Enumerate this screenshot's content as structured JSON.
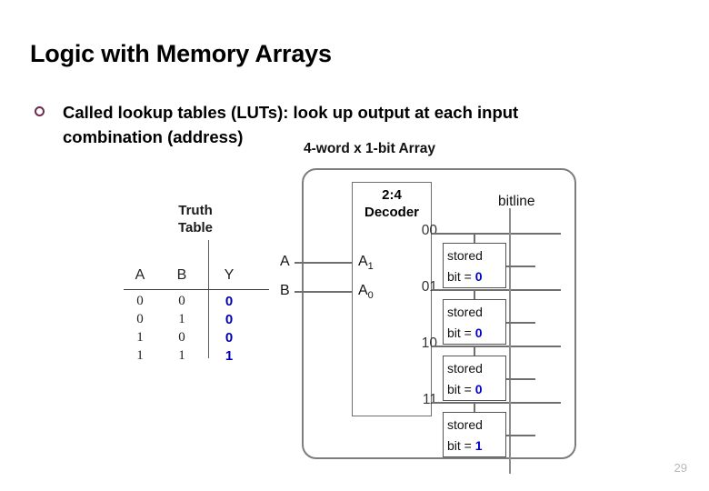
{
  "slide": {
    "title": "Logic with Memory Arrays",
    "page_number": "29",
    "bullet_text": "Called lookup tables (LUTs): look up output at each input combination (address)"
  },
  "truth_table": {
    "title_line1": "Truth",
    "title_line2": "Table",
    "headers": [
      "A",
      "B",
      "Y"
    ],
    "rows": [
      {
        "a": "0",
        "b": "0",
        "y": "0"
      },
      {
        "a": "0",
        "b": "1",
        "y": "0"
      },
      {
        "a": "1",
        "b": "0",
        "y": "0"
      },
      {
        "a": "1",
        "b": "1",
        "y": "1"
      }
    ],
    "output_color": "#0000b4"
  },
  "array_figure": {
    "caption": "4-word x 1-bit Array",
    "decoder": {
      "line1": "2:4",
      "line2": "Decoder",
      "port_a1": "A",
      "port_a1_sub": "1",
      "port_a0": "A",
      "port_a0_sub": "0",
      "word_lines": [
        "00",
        "01",
        "10",
        "11"
      ]
    },
    "inputs": [
      {
        "label": "A"
      },
      {
        "label": "B"
      }
    ],
    "bitline_label": "bitline",
    "cells": [
      {
        "line1": "stored",
        "prefix": "bit = ",
        "value": "0"
      },
      {
        "line1": "stored",
        "prefix": "bit = ",
        "value": "0"
      },
      {
        "line1": "stored",
        "prefix": "bit = ",
        "value": "0"
      },
      {
        "line1": "stored",
        "prefix": "bit = ",
        "value": "1"
      }
    ],
    "bit_color": "#0000cc"
  }
}
